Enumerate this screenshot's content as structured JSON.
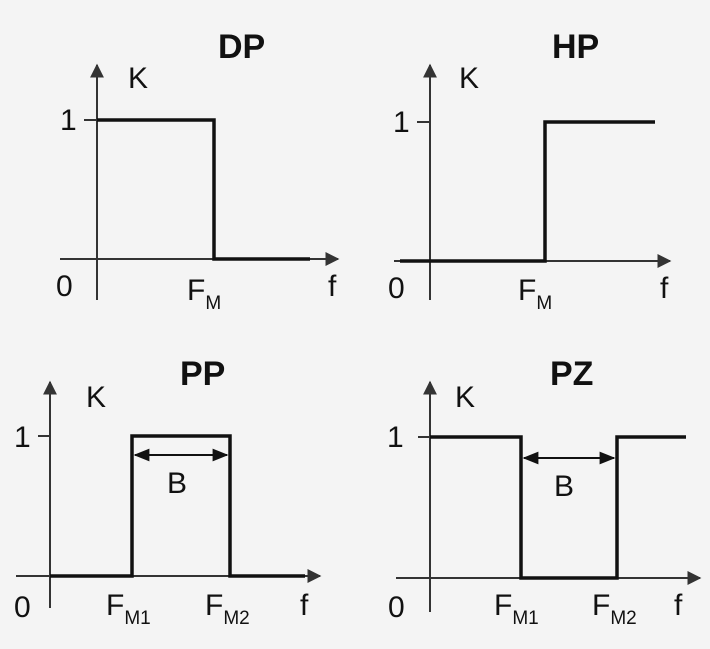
{
  "panels": [
    {
      "id": "dp",
      "title": "DP",
      "y_label": "K",
      "one_label": "1",
      "zero_label": "0",
      "x_label": "f",
      "cutoffs": [
        {
          "main": "F",
          "sub": "M"
        }
      ]
    },
    {
      "id": "hp",
      "title": "HP",
      "y_label": "K",
      "one_label": "1",
      "zero_label": "0",
      "x_label": "f",
      "cutoffs": [
        {
          "main": "F",
          "sub": "M"
        }
      ]
    },
    {
      "id": "pp",
      "title": "PP",
      "y_label": "K",
      "one_label": "1",
      "zero_label": "0",
      "x_label": "f",
      "band_label": "B",
      "cutoffs": [
        {
          "main": "F",
          "sub": "M1"
        },
        {
          "main": "F",
          "sub": "M2"
        }
      ]
    },
    {
      "id": "pz",
      "title": "PZ",
      "y_label": "K",
      "one_label": "1",
      "zero_label": "0",
      "x_label": "f",
      "band_label": "B",
      "cutoffs": [
        {
          "main": "F",
          "sub": "M1"
        },
        {
          "main": "F",
          "sub": "M2"
        }
      ]
    }
  ],
  "colors": {
    "background": "#f4f4f4",
    "line": "#111111",
    "axis": "#333333"
  }
}
